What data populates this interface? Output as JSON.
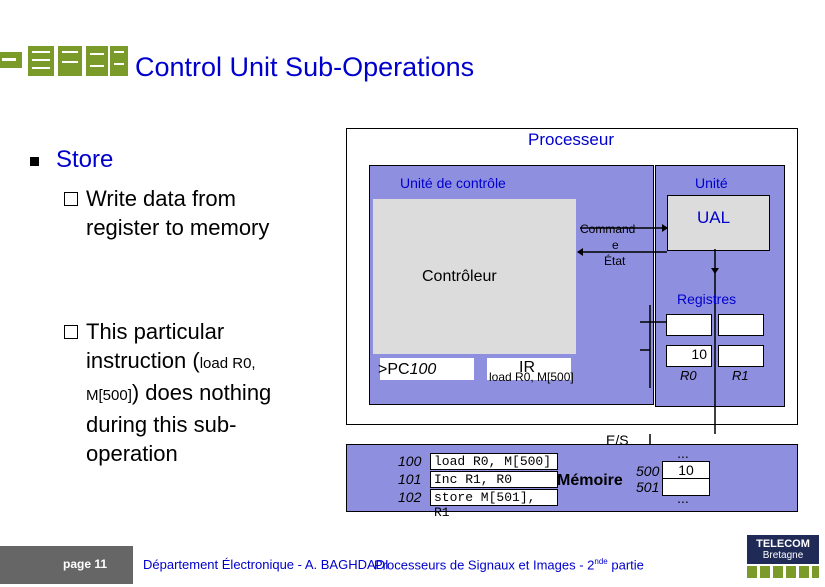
{
  "slide": {
    "title": "Control Unit Sub-Operations",
    "store_label": "Store",
    "bullet1": {
      "line1": "Write data from",
      "line2": "register to memory"
    },
    "bullet2": {
      "line1": "This particular",
      "line2a": "instruction (",
      "line2b": "load  R0,",
      "line3a": "M[500]",
      "line3b": ") does nothing",
      "line4": "during this sub-",
      "line5": "operation"
    }
  },
  "diagram": {
    "processor_label": "Processeur",
    "control_unit_label": "Unité de contrôle",
    "unit_label": "Unité",
    "alu_label": "UAL",
    "command_label": "Command",
    "command_label2": "e",
    "state_label": "État",
    "controller_label": "Contrôleur",
    "registers_label": "Registres",
    "reg_r0_value": "10",
    "reg_r0_name": "R0",
    "reg_r1_name": "R1",
    "pc_label": "PC",
    "pc_value": "100",
    "ir_label": "IR",
    "ir_value": "load R0, M[500]",
    "io_label": "E/S",
    "memory_label": "Mémoire",
    "memory_rows": [
      {
        "addr": "100",
        "content": "load  R0, M[500]"
      },
      {
        "addr": "101",
        "content": "Inc    R1, R0"
      },
      {
        "addr": "102",
        "content": "store M[501], R1"
      }
    ],
    "data_cells": [
      {
        "addr": "",
        "value": "..."
      },
      {
        "addr": "500",
        "value": "10"
      },
      {
        "addr": "501",
        "value": ""
      },
      {
        "addr": "",
        "value": "..."
      }
    ]
  },
  "footer": {
    "page_label": "page 11",
    "author": "Département Électronique - A. BAGHDADI",
    "course_prefix": "Processeurs de Signaux et Images - 2",
    "course_sup": "nde",
    "course_suffix": " partie",
    "logo_text1": "TELECOM",
    "logo_text2": "Bretagne"
  },
  "colors": {
    "accent": "#0000cc",
    "block": "#8f8fe0",
    "footer_gray": "#666666"
  }
}
